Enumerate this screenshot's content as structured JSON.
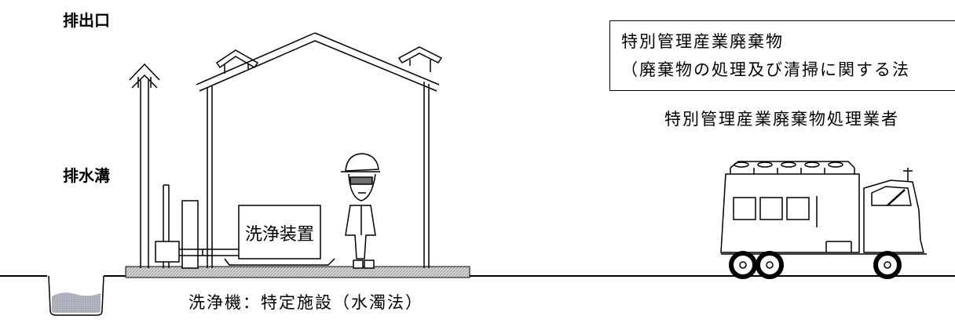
{
  "labels": {
    "exhaust_outlet": "排出口",
    "drain_ditch": "排水溝",
    "washer_unit": "洗浄装置"
  },
  "legal_box": {
    "title": "特別管理産業廃棄物",
    "law_ref": "（廃棄物の処理及び清掃に関する法"
  },
  "captions": {
    "disposal_contractor": "特別管理産業廃棄物処理業者",
    "washing_machine": "洗浄機：特定施設（水濁法）"
  }
}
